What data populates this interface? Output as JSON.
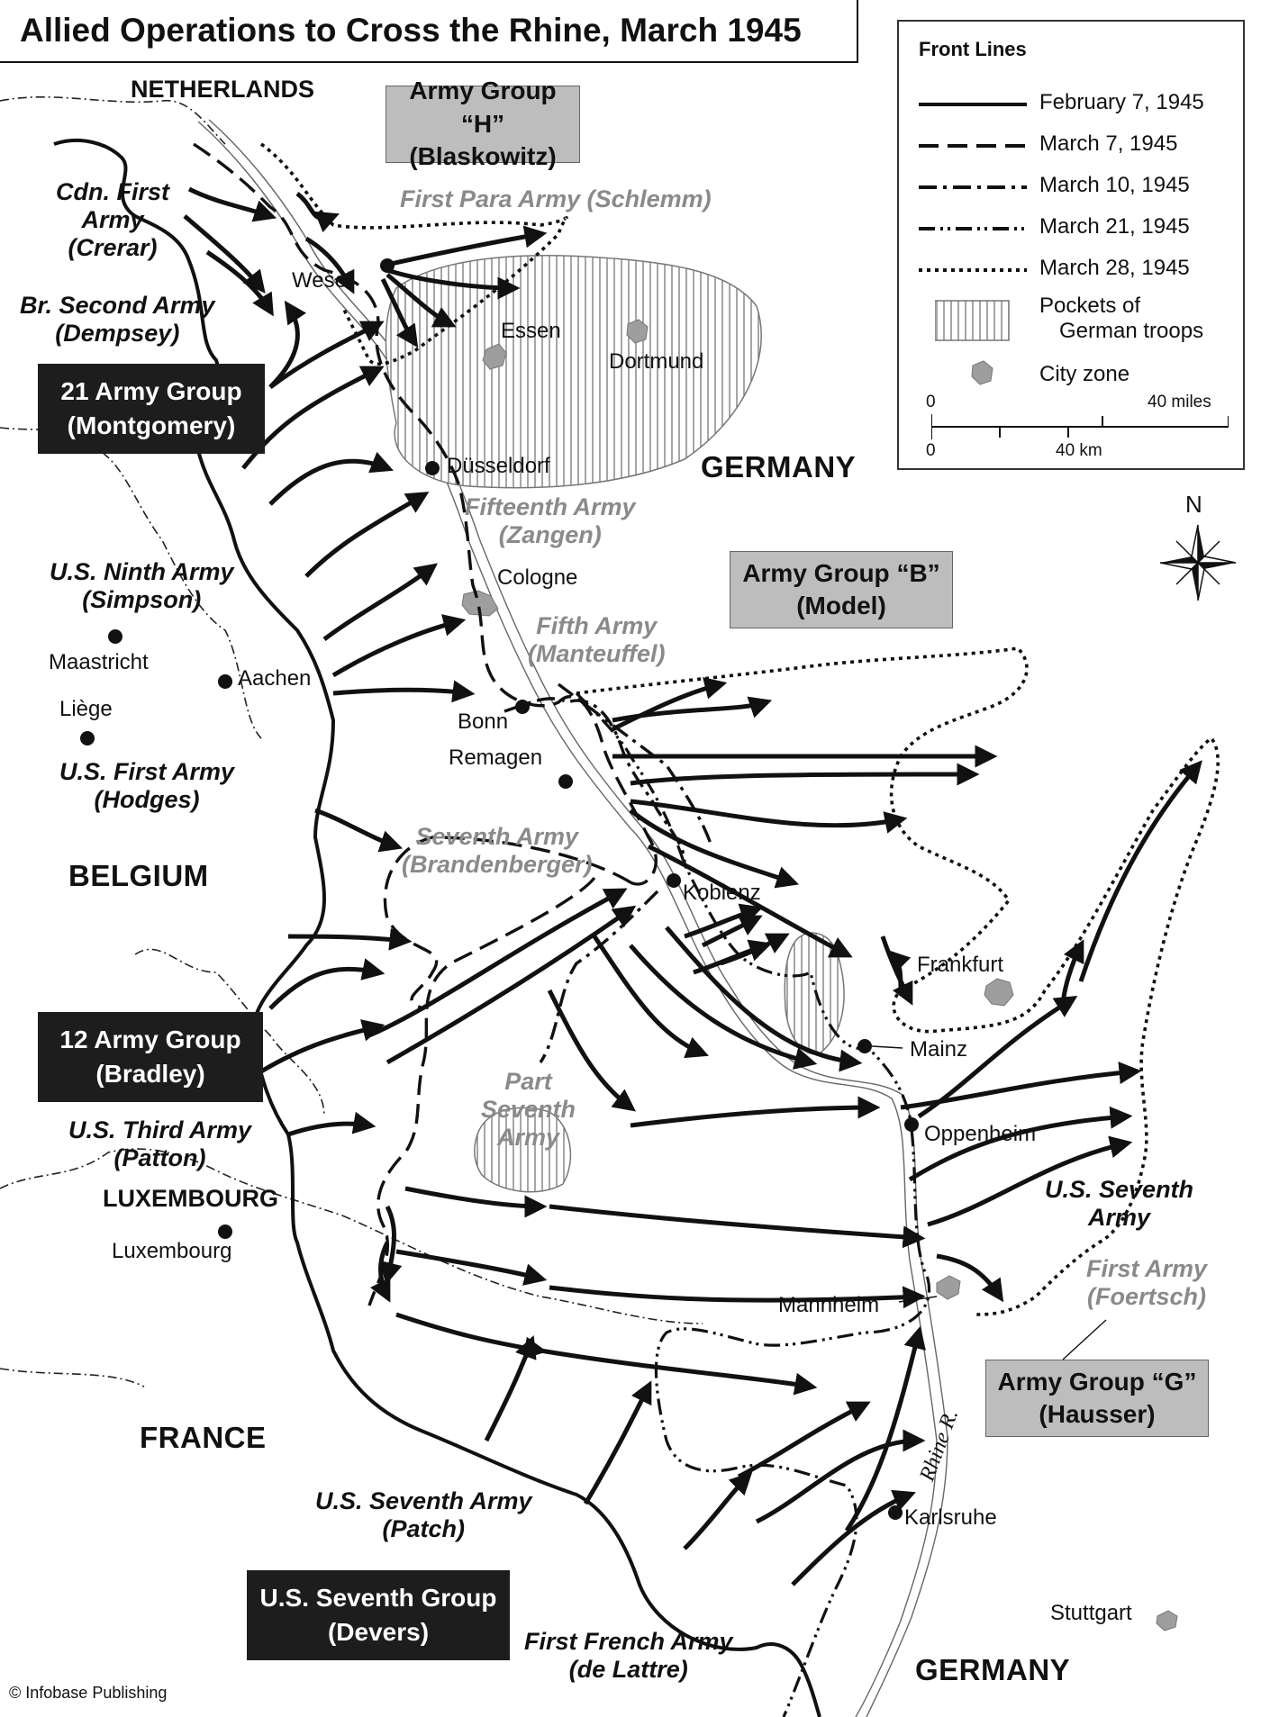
{
  "title": "Allied Operations to Cross the Rhine, March 1945",
  "legend": {
    "heading": "Front Lines",
    "lines": [
      {
        "label": "February 7, 1945",
        "style": "solid"
      },
      {
        "label": "March 7, 1945",
        "style": "dashed"
      },
      {
        "label": "March 10, 1945",
        "style": "dash-dot"
      },
      {
        "label": "March 21, 1945",
        "style": "dash-dot-dot"
      },
      {
        "label": "March 28, 1945",
        "style": "dotted"
      }
    ],
    "pockets_label": "Pockets of German troops",
    "pockets_line1": "Pockets of",
    "pockets_line2": "German troops",
    "city_zone_label": "City zone",
    "scale": {
      "miles_start": "0",
      "miles_end": "40 miles",
      "km_start": "0",
      "km_end": "40 km"
    }
  },
  "countries": {
    "netherlands": "NETHERLANDS",
    "germany_north": "GERMANY",
    "belgium": "BELGIUM",
    "luxembourg": "LUXEMBOURG",
    "france": "FRANCE",
    "germany_south": "GERMANY"
  },
  "allied_groups": {
    "g21": {
      "line1": "21 Army Group",
      "line2": "(Montgomery)"
    },
    "g12": {
      "line1": "12 Army Group",
      "line2": "(Bradley)"
    },
    "g6": {
      "line1": "U.S. Seventh Group",
      "line2": "(Devers)"
    }
  },
  "german_groups": {
    "h": {
      "line1": "Army Group “H”",
      "line2": "(Blaskowitz)"
    },
    "b": {
      "line1": "Army Group “B”",
      "line2": "(Model)"
    },
    "g": {
      "line1": "Army Group “G”",
      "line2": "(Hausser)"
    }
  },
  "allied_armies": {
    "cdn1": {
      "line1": "Cdn. First",
      "line2": "Army",
      "line3": "(Crerar)"
    },
    "br2": {
      "line1": "Br. Second Army",
      "line2": "(Dempsey)"
    },
    "us9": {
      "line1": "U.S. Ninth Army",
      "line2": "(Simpson)"
    },
    "us1": {
      "line1": "U.S. First Army",
      "line2": "(Hodges)"
    },
    "us3": {
      "line1": "U.S. Third Army",
      "line2": "(Patton)"
    },
    "us7a": {
      "line1": "U.S. Seventh",
      "line2": "Army"
    },
    "us7b": {
      "line1": "U.S. Seventh Army",
      "line2": "(Patch)"
    },
    "fr1": {
      "line1": "First French Army",
      "line2": "(de Lattre)"
    }
  },
  "german_armies": {
    "para1": "First Para Army (Schlemm)",
    "fift": {
      "line1": "Fifteenth Army",
      "line2": "(Zangen)"
    },
    "fifth": {
      "line1": "Fifth Army",
      "line2": "(Manteuffel)"
    },
    "sev": {
      "line1": "Seventh Army",
      "line2": "(Brandenberger)"
    },
    "part7": {
      "line1": "Part",
      "line2": "Seventh",
      "line3": "Army"
    },
    "first": {
      "line1": "First Army",
      "line2": "(Foertsch)"
    }
  },
  "cities": {
    "wesel": "Wesel",
    "essen": "Essen",
    "dortmund": "Dortmund",
    "dusseldorf": "Düsseldorf",
    "cologne": "Cologne",
    "maastricht": "Maastricht",
    "aachen": "Aachen",
    "liege": "Liège",
    "bonn": "Bonn",
    "remagen": "Remagen",
    "koblenz": "Koblenz",
    "frankfurt": "Frankfurt",
    "mainz": "Mainz",
    "oppenheim": "Oppenheim",
    "luxembourg": "Luxembourg",
    "mannheim": "Mannheim",
    "karlsruhe": "Karlsruhe",
    "stuttgart": "Stuttgart"
  },
  "river": "Rhine R.",
  "compass": "N",
  "copyright": "© Infobase Publishing",
  "colors": {
    "ink": "#111111",
    "german_text": "#8a8a8a",
    "group_box_gray": "#bdbdbd",
    "group_box_black": "#1d1d1d",
    "city_zone": "#9e9e9e"
  }
}
